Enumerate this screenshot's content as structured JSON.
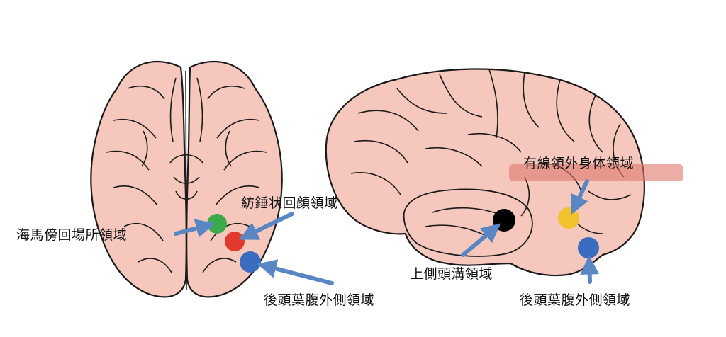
{
  "labels": {
    "parahippocampal": "海馬傍回場所領域",
    "fusiform_face": "紡錘状回顔領域",
    "lateral_occipital_left": "後頭葉腹外側領域",
    "extrastriate_body": "有線領外身体領域",
    "superior_temporal_sulcus": "上側頭溝領域",
    "lateral_occipital_right": "後頭葉腹外側領域"
  },
  "colors": {
    "brain_fill": "#f6c8bd",
    "outline": "#1a1a1a",
    "arrow": "#5b86c4",
    "green": "#3aaa4a",
    "red": "#e03a2c",
    "blue": "#3a6cc0",
    "black": "#000000",
    "yellow": "#f3c12a",
    "highlight_band": "#e0776b"
  }
}
